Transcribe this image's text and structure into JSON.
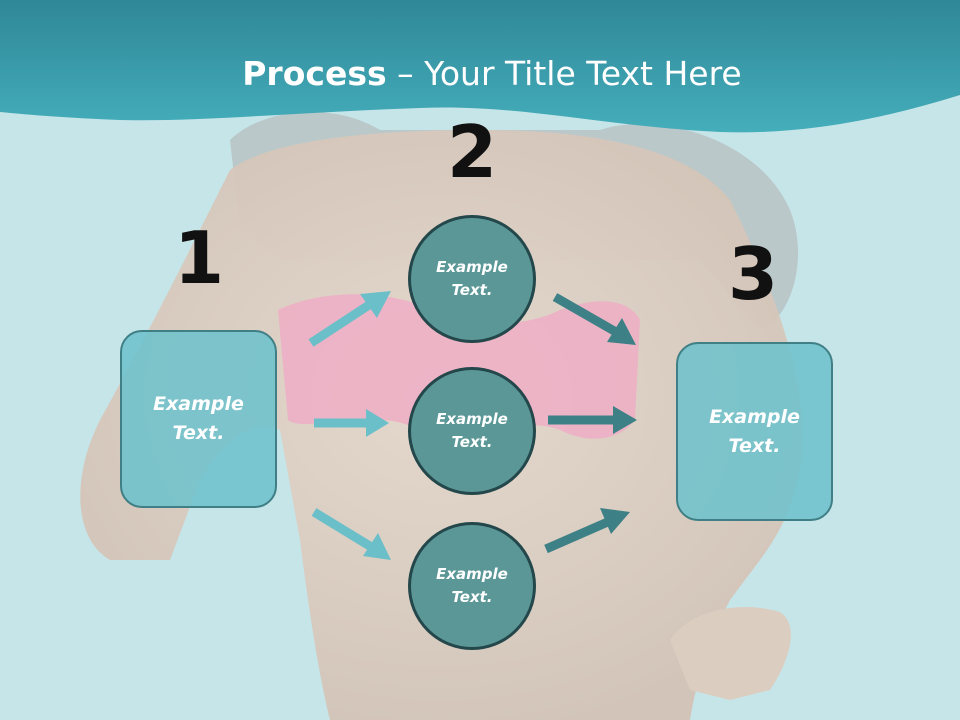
{
  "title": {
    "bold": "Process",
    "rest": " – Your Title Text Here"
  },
  "steps": [
    {
      "number": "1",
      "text": "Example Text."
    },
    {
      "number": "2",
      "items": [
        "Example Text.",
        "Example Text.",
        "Example Text."
      ]
    },
    {
      "number": "3",
      "text": "Example Text."
    }
  ],
  "colors": {
    "header": "#2b8c9c",
    "box_fill": "#6ec2cc",
    "circle_fill": "#5c9797",
    "arrow_light": "#6bbfc9",
    "arrow_dark": "#3d8085"
  }
}
